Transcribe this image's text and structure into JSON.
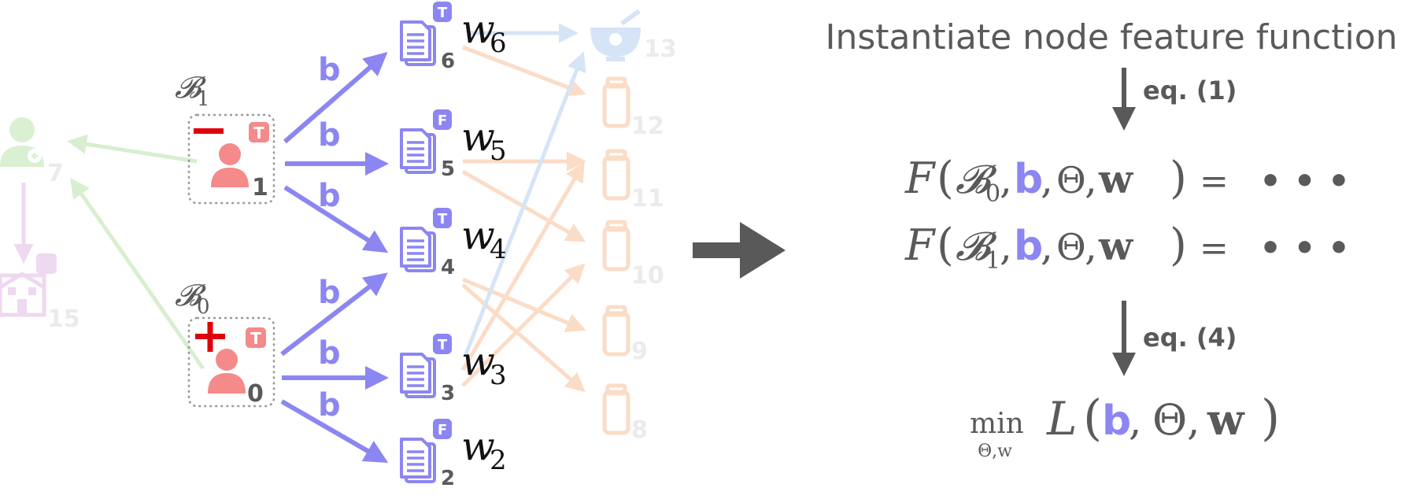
{
  "colors": {
    "purple": "#8c86f2",
    "purple_dark": "#7a74e0",
    "salmon": "#f48a8a",
    "red": "#e0000b",
    "gray_text": "#5a5a5a",
    "arrow_gray": "#595959",
    "faded_green": "#b6e2a8",
    "faded_pink": "#e6c6ea",
    "faded_orange": "#f8c8a6",
    "faded_blue": "#bcd4f3"
  },
  "left_diagram": {
    "user_nodes": [
      {
        "id": "1",
        "set_label": "𝓑",
        "set_sub": "1",
        "sign": "−",
        "badge": "T"
      },
      {
        "id": "0",
        "set_label": "𝓑",
        "set_sub": "0",
        "sign": "+",
        "badge": "T"
      }
    ],
    "doc_nodes": [
      {
        "id": "6",
        "badge": "T",
        "weight": "w",
        "weight_sub": "6"
      },
      {
        "id": "5",
        "badge": "F",
        "weight": "w",
        "weight_sub": "5"
      },
      {
        "id": "4",
        "badge": "T",
        "weight": "w",
        "weight_sub": "4"
      },
      {
        "id": "3",
        "badge": "T",
        "weight": "w",
        "weight_sub": "3"
      },
      {
        "id": "2",
        "badge": "F",
        "weight": "w",
        "weight_sub": "2"
      }
    ],
    "edge_label": "b",
    "faded_nodes": [
      {
        "id": "7",
        "icon": "user-plus-icon"
      },
      {
        "id": "15",
        "icon": "hospital-icon"
      },
      {
        "id": "13",
        "icon": "medicine-bowl-icon"
      },
      {
        "id": "12",
        "icon": "medicine-bottle-icon"
      },
      {
        "id": "11",
        "icon": "medicine-bottle-icon"
      },
      {
        "id": "10",
        "icon": "medicine-bottle-icon"
      },
      {
        "id": "9",
        "icon": "medicine-bottle-icon"
      },
      {
        "id": "8",
        "icon": "medicine-bottle-icon"
      }
    ]
  },
  "right_panel": {
    "title": "Instantiate node feature function",
    "step1_label": "eq. (1)",
    "step2_label": "eq. (4)",
    "equations": [
      {
        "F": "F",
        "set": "𝓑",
        "sub": "0",
        "b": "b",
        "theta": "Θ",
        "w": "w",
        "eq": "=",
        "dots": "• • •"
      },
      {
        "F": "F",
        "set": "𝓑",
        "sub": "1",
        "b": "b",
        "theta": "Θ",
        "w": "w",
        "eq": "=",
        "dots": "• • •"
      }
    ],
    "objective": {
      "min": "min",
      "min_sub": "Θ,w",
      "L": "L",
      "b": "b",
      "theta": "Θ",
      "w": "w"
    }
  }
}
